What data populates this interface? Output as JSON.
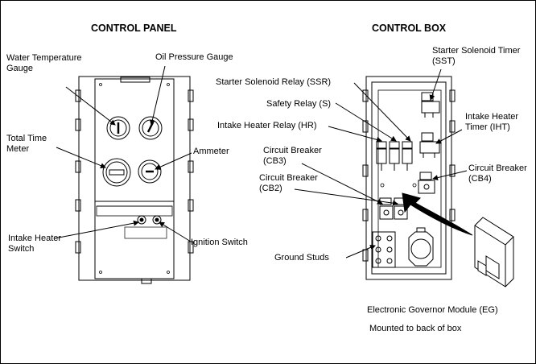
{
  "control_panel": {
    "title": "CONTROL PANEL",
    "labels": {
      "water_temp": "Water Temperature\nGauge",
      "oil_pressure": "Oil Pressure Gauge",
      "total_time": "Total Time\nMeter",
      "ammeter": "Ammeter",
      "intake_heater_switch": "Intake Heater\nSwitch",
      "ignition_switch": "Ignition Switch"
    }
  },
  "control_box": {
    "title": "CONTROL BOX",
    "labels": {
      "sst": "Starter Solenoid Timer\n(SST)",
      "ssr": "Starter Solenoid Relay (SSR)",
      "safety": "Safety Relay (S)",
      "ihr": "Intake Heater Relay (HR)",
      "iht": "Intake Heater\nTimer (IHT)",
      "cb3": "Circuit Breaker\n(CB3)",
      "cb2": "Circuit Breaker\n(CB2)",
      "cb4": "Circuit Breaker\n(CB4)",
      "ground": "Ground Studs",
      "eg": "Electronic Governor Module (EG)",
      "mounted": "Mounted to back of box"
    },
    "component_tags": {
      "sst": "SST",
      "iht": "IHT",
      "hr": "HR",
      "s": "S",
      "ssr": "SSR",
      "cb2": "CB2",
      "cb3": "CB3",
      "cb4": "CB4"
    }
  },
  "colors": {
    "line": "#000000",
    "fill": "#ffffff",
    "arrow": "#000000"
  }
}
